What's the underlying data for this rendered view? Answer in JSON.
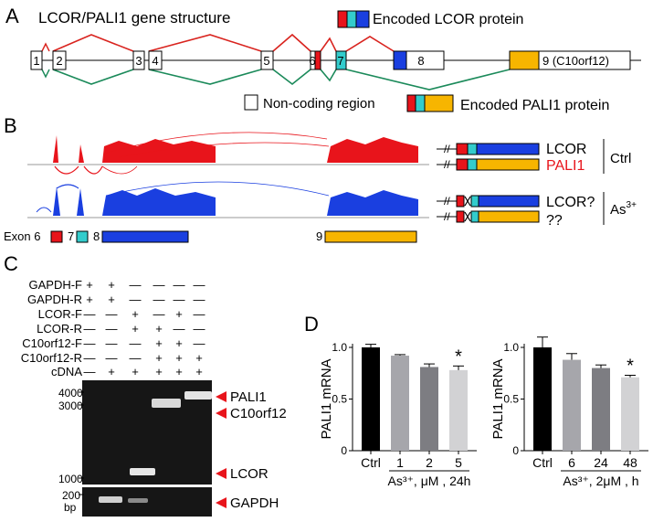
{
  "panelA": {
    "letter": "A",
    "title": "LCOR/PALI1 gene structure",
    "legend_lcor": "Encoded LCOR protein",
    "legend_pali1": "Encoded PALI1 protein",
    "legend_noncoding": "Non-coding region",
    "exons": [
      "1",
      "2",
      "3",
      "4",
      "5",
      "6",
      "7",
      "8",
      "9 (C10orf12)"
    ]
  },
  "panelB": {
    "letter": "B",
    "exon_label": "Exon 6",
    "exon7": "7",
    "exon8": "8",
    "exon9": "9",
    "lcor": "LCOR",
    "pali1": "PALI1",
    "ctrl": "Ctrl",
    "lcor_q": "LCOR?",
    "pali_q": "??",
    "as_base": "As",
    "as_sup": "3+"
  },
  "panelC": {
    "letter": "C",
    "row_labels": [
      "GAPDH-F",
      "GAPDH-R",
      "LCOR-F",
      "LCOR-R",
      "C10orf12-F",
      "C10orf12-R",
      "cDNA"
    ],
    "row_signs": [
      [
        "+",
        "+",
        "—",
        "—",
        "—",
        "—"
      ],
      [
        "+",
        "+",
        "—",
        "—",
        "—",
        "—"
      ],
      [
        "—",
        "—",
        "+",
        "—",
        "+",
        "—"
      ],
      [
        "—",
        "—",
        "+",
        "+",
        "—",
        "—"
      ],
      [
        "—",
        "—",
        "—",
        "+",
        "+",
        "—"
      ],
      [
        "—",
        "—",
        "—",
        "+",
        "+",
        "+"
      ],
      [
        "—",
        "+",
        "+",
        "+",
        "+",
        "+"
      ]
    ],
    "markers_top": [
      "4000",
      "3000",
      "1000"
    ],
    "markers_bottom": [
      "200",
      "bp"
    ],
    "band_labels": [
      "PALI1",
      "C10orf12",
      "LCOR",
      "GAPDH"
    ]
  },
  "panelD": {
    "letter": "D",
    "chart_data": [
      {
        "type": "bar",
        "ylabel": "PALI1 mRNA",
        "ylim": [
          0,
          1.0
        ],
        "yticks": [
          "0",
          "0.5",
          "1.0"
        ],
        "categories": [
          "Ctrl",
          "1",
          "2",
          "5"
        ],
        "values": [
          1.0,
          0.92,
          0.81,
          0.78
        ],
        "errors": [
          0.03,
          0.01,
          0.03,
          0.04
        ],
        "colors": [
          "#000000",
          "#a6a6ab",
          "#7d7d82",
          "#d2d2d4"
        ],
        "significance": [
          "",
          "",
          "",
          "*"
        ],
        "xlabel": "As³⁺, μM , 24h"
      },
      {
        "type": "bar",
        "ylabel": "PALI1 mRNA",
        "ylim": [
          0,
          1.0
        ],
        "yticks": [
          "0",
          "0.5",
          "1.0"
        ],
        "categories": [
          "Ctrl",
          "6",
          "24",
          "48"
        ],
        "values": [
          1.0,
          0.88,
          0.8,
          0.71
        ],
        "errors": [
          0.1,
          0.06,
          0.03,
          0.02
        ],
        "colors": [
          "#000000",
          "#a6a6ab",
          "#7d7d82",
          "#d2d2d4"
        ],
        "significance": [
          "",
          "",
          "",
          "*"
        ],
        "xlabel": "As³⁺, 2μM , h"
      }
    ]
  }
}
